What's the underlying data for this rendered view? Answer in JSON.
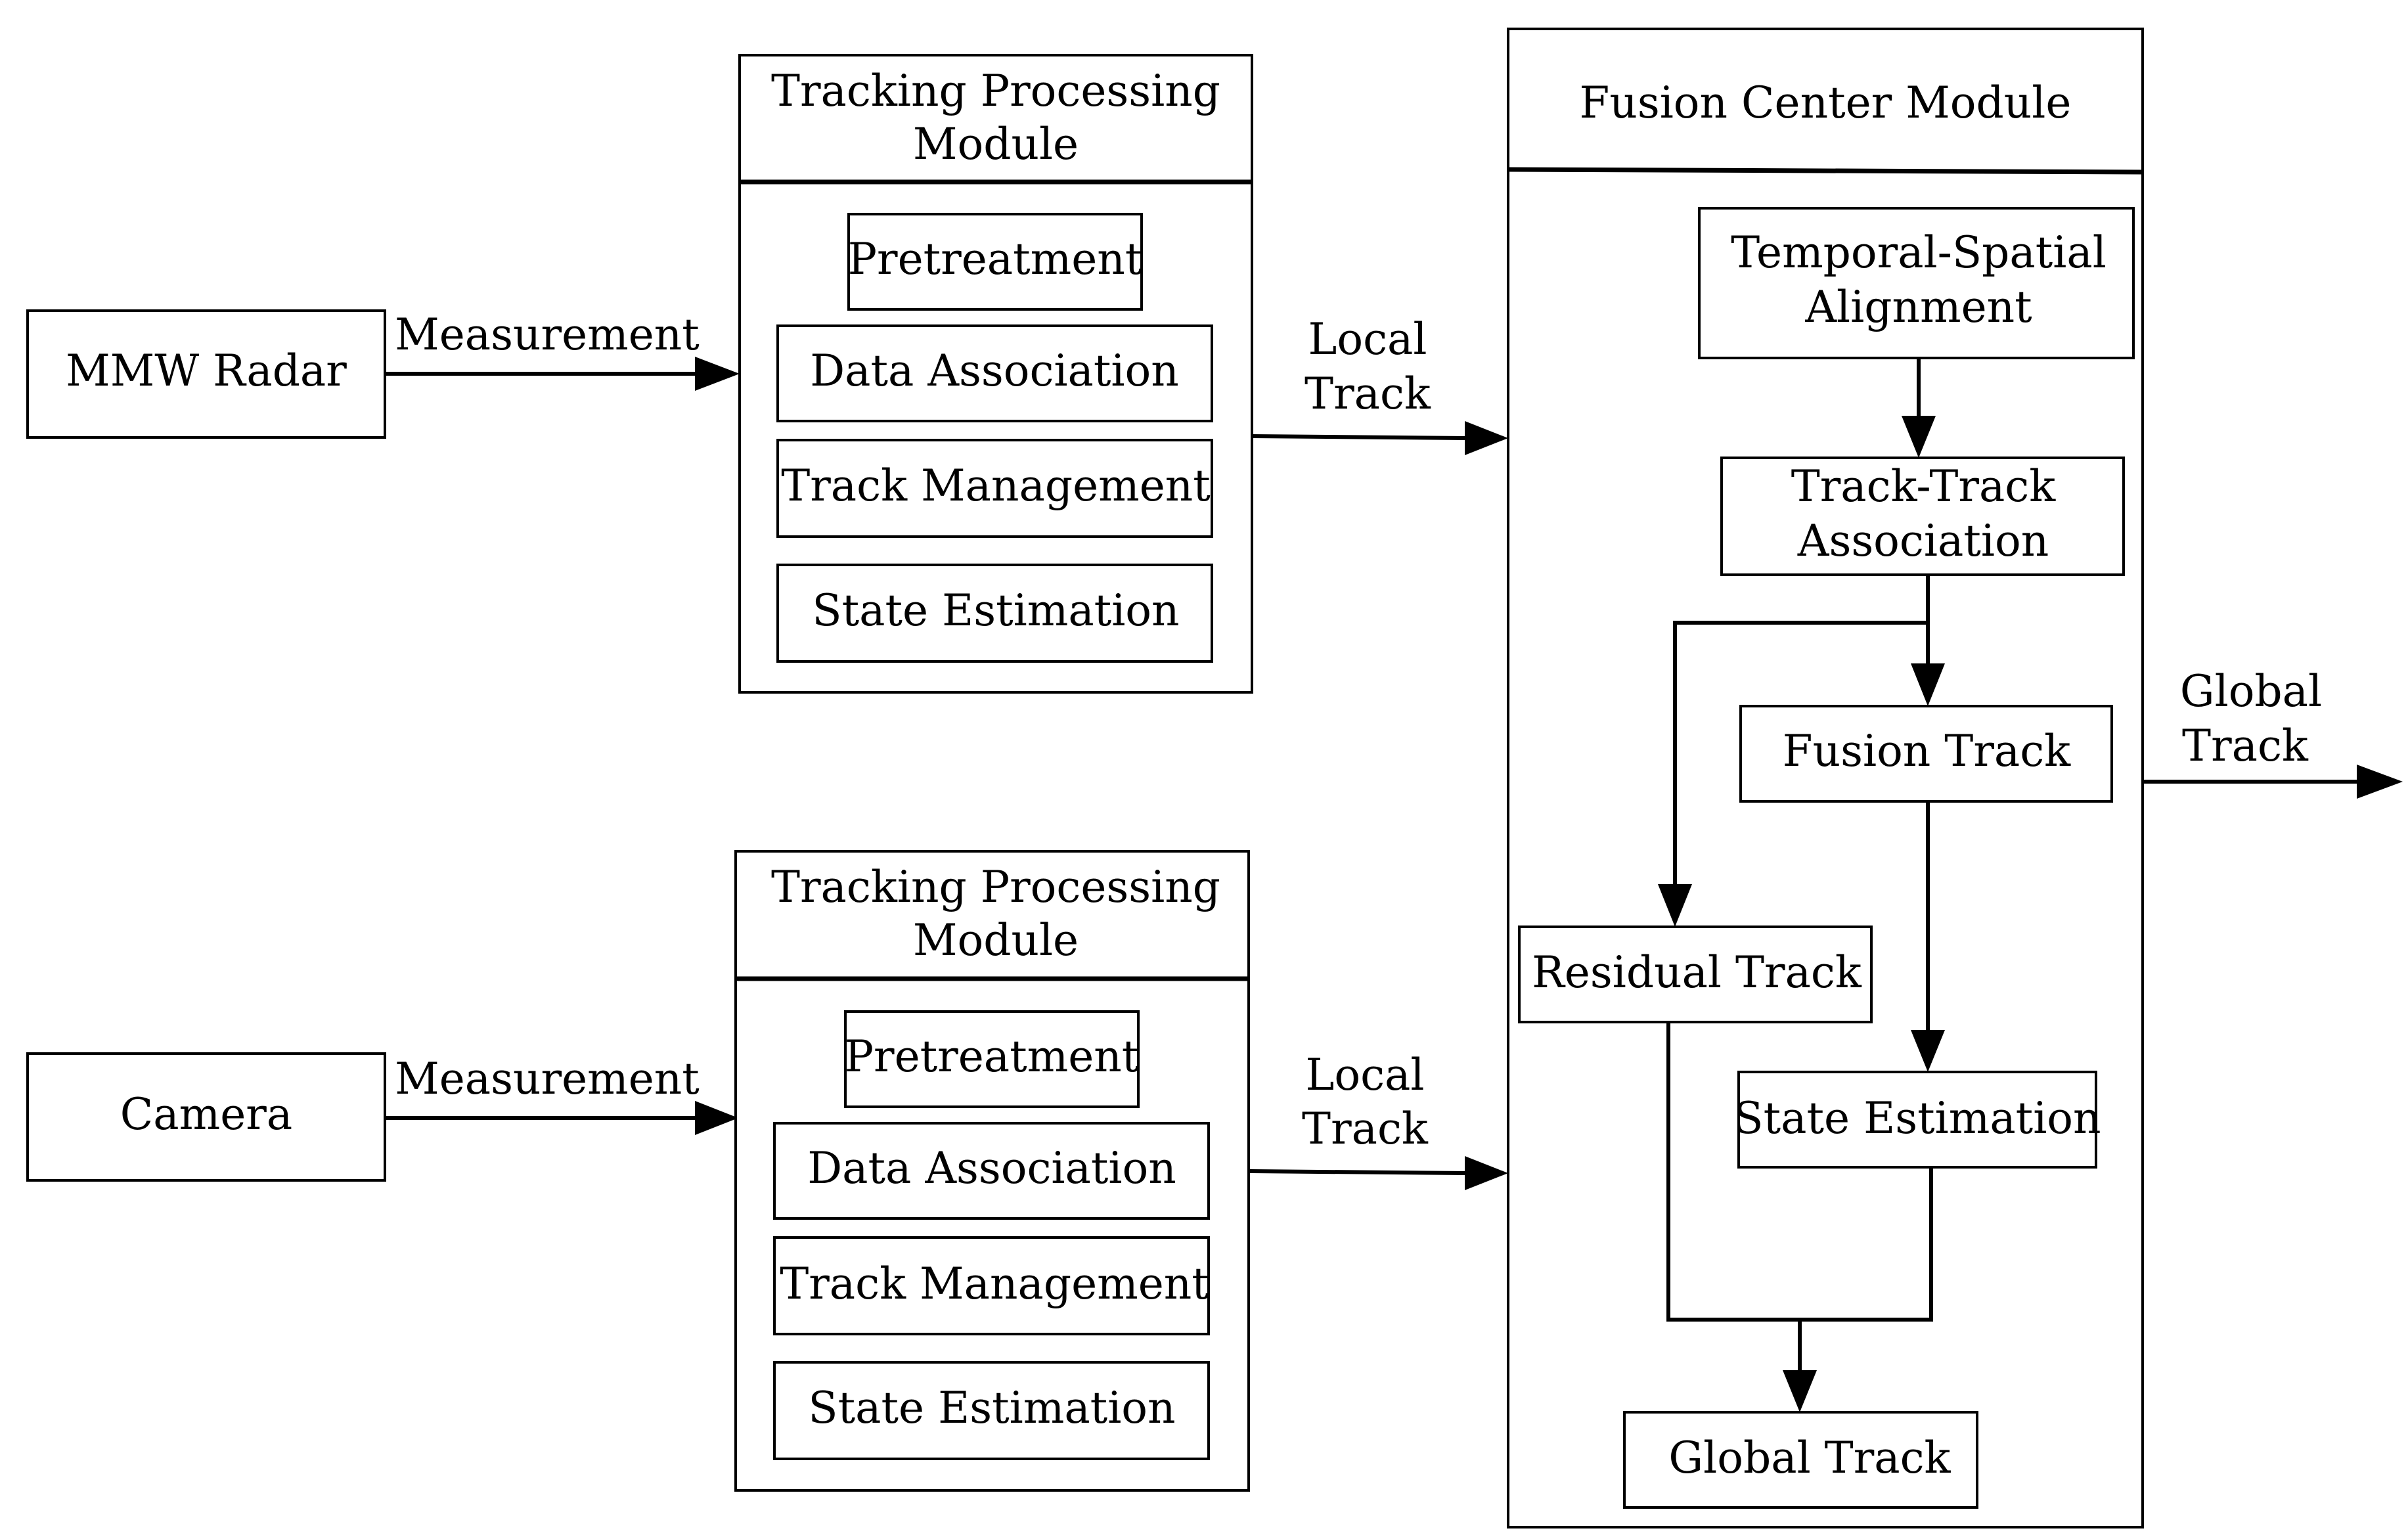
{
  "sensors": {
    "radar": "MMW Radar",
    "camera": "Camera"
  },
  "edges": {
    "measurement_top": "Measurement",
    "measurement_bottom": "Measurement",
    "local_track_top": [
      "Local",
      "Track"
    ],
    "local_track_bottom": [
      "Local",
      "Track"
    ],
    "global_track_out": [
      "Global",
      "Track"
    ]
  },
  "tracking_module_top": {
    "title": [
      "Tracking Processing",
      "Module"
    ],
    "steps": [
      "Pretreatment",
      "Data Association",
      "Track Management",
      "State Estimation"
    ]
  },
  "tracking_module_bottom": {
    "title": [
      "Tracking Processing",
      "Module"
    ],
    "steps": [
      "Pretreatment",
      "Data Association",
      "Track Management",
      "State Estimation"
    ]
  },
  "fusion_center": {
    "title": "Fusion Center Module",
    "alignment": [
      "Temporal-Spatial",
      "Alignment"
    ],
    "association": [
      "Track-Track",
      "Association"
    ],
    "fusion_track": "Fusion Track",
    "residual_track": "Residual Track",
    "state_estimation": "State Estimation",
    "global_track": "Global Track"
  }
}
